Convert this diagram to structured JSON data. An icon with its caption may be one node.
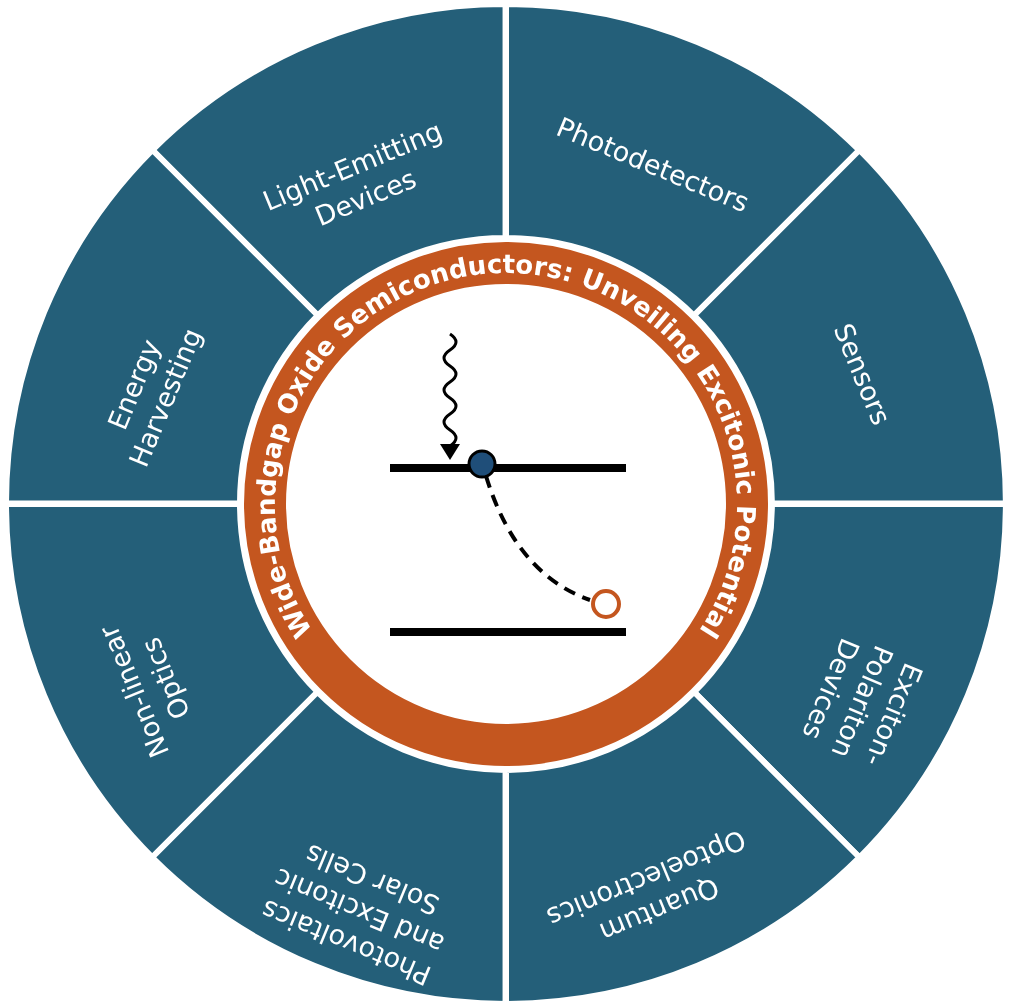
{
  "diagram": {
    "nodes": [
      {
        "text": [
          "Light-Emitting Devices"
        ]
      },
      {
        "text": [
          "Photodetectors"
        ]
      },
      {
        "text": [
          "Energy Harvesting"
        ]
      },
      {
        "text": [
          "Sensors"
        ]
      },
      {
        "text": [
          "Non-linear Optics"
        ]
      },
      {
        "text": [
          "Exciton-Polariton Devices"
        ]
      },
      {
        "text": [
          "Photovoltaics and Excitonic Solar Cells"
        ]
      },
      {
        "text": [
          "Quantum Optoelectronics"
        ]
      },
      {
        "text": [
          "Wide-Bandgap Oxide Semiconductors: Unveiling Excitonic Potential"
        ]
      }
    ],
    "edges": []
  }
}
